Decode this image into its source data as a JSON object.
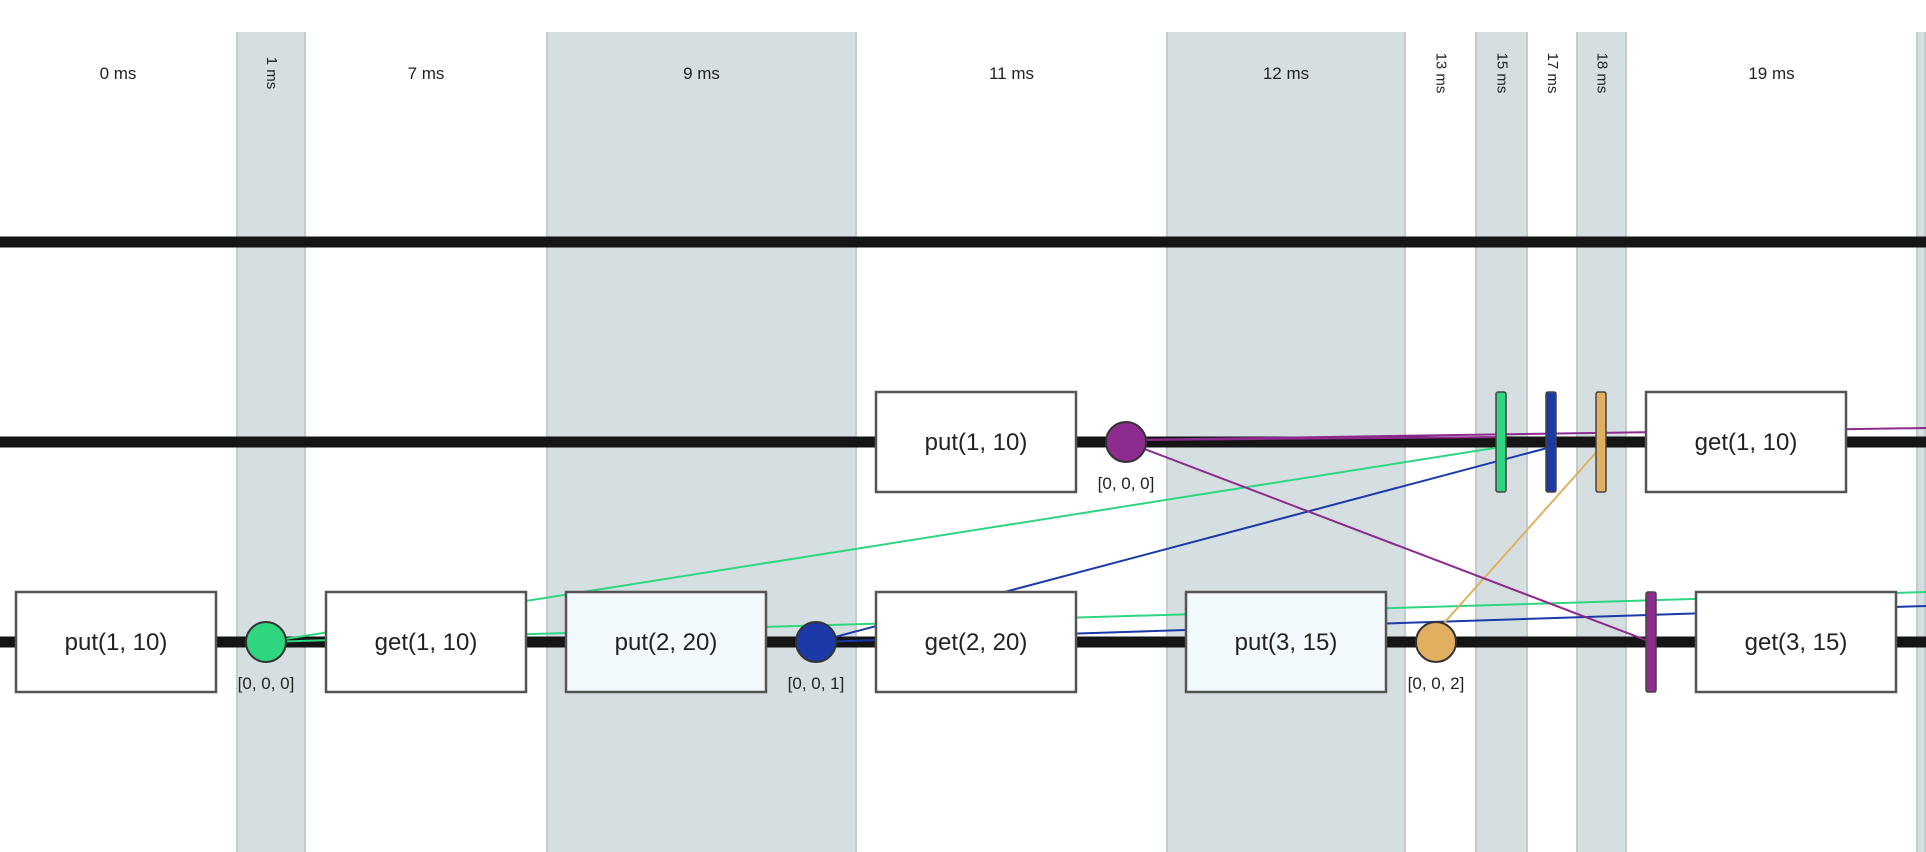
{
  "columns": [
    {
      "label": "0 ms",
      "shaded": false,
      "rotated": false
    },
    {
      "label": "1 ms",
      "shaded": true,
      "rotated": true
    },
    {
      "label": "7 ms",
      "shaded": false,
      "rotated": false
    },
    {
      "label": "9 ms",
      "shaded": true,
      "rotated": false
    },
    {
      "label": "11 ms",
      "shaded": false,
      "rotated": false
    },
    {
      "label": "12 ms",
      "shaded": true,
      "rotated": false
    },
    {
      "label": "13 ms",
      "shaded": false,
      "rotated": true
    },
    {
      "label": "15 ms",
      "shaded": true,
      "rotated": true
    },
    {
      "label": "17 ms",
      "shaded": false,
      "rotated": true
    },
    {
      "label": "18 ms",
      "shaded": true,
      "rotated": true
    },
    {
      "label": "19 ms",
      "shaded": false,
      "rotated": false
    },
    {
      "label": "",
      "shaded": true,
      "rotated": false
    }
  ],
  "operations": [
    {
      "label": "put(1, 10)",
      "lane": 1,
      "col": 4,
      "highlight": false
    },
    {
      "label": "get(1, 10)",
      "lane": 1,
      "col": 10,
      "highlight": false
    },
    {
      "label": "put(1, 10)",
      "lane": 2,
      "col": 0,
      "highlight": false
    },
    {
      "label": "get(1, 10)",
      "lane": 2,
      "col": 2,
      "highlight": false
    },
    {
      "label": "put(2, 20)",
      "lane": 2,
      "col": 3,
      "highlight": true
    },
    {
      "label": "get(2, 20)",
      "lane": 2,
      "col": 4,
      "highlight": false
    },
    {
      "label": "put(3, 15)",
      "lane": 2,
      "col": 5,
      "highlight": true
    },
    {
      "label": "get(3, 15)",
      "lane": 2,
      "col": 10,
      "highlight": false
    }
  ],
  "events": [
    {
      "clock": "[0, 0, 0]",
      "lane": 1,
      "color": "#8e2b8e"
    },
    {
      "clock": "[0, 0, 0]",
      "lane": 2,
      "color": "#2fd680"
    },
    {
      "clock": "[0, 0, 1]",
      "lane": 2,
      "color": "#1b3aa8"
    },
    {
      "clock": "[0, 0, 2]",
      "lane": 2,
      "color": "#e0b060"
    }
  ],
  "receives": [
    {
      "lane": 1,
      "color": "#2fd680"
    },
    {
      "lane": 1,
      "color": "#1b3aa8"
    },
    {
      "lane": 1,
      "color": "#e0b060"
    },
    {
      "lane": 2,
      "color": "#8e2b8e"
    }
  ],
  "colors": {
    "shade": "#d5dfe2",
    "shade_border": "#c2cdd0",
    "timeline": "#151515",
    "box_fill": "#ffffff",
    "box_fill_highlight": "#f2f9fc",
    "box_stroke": "#555555"
  }
}
